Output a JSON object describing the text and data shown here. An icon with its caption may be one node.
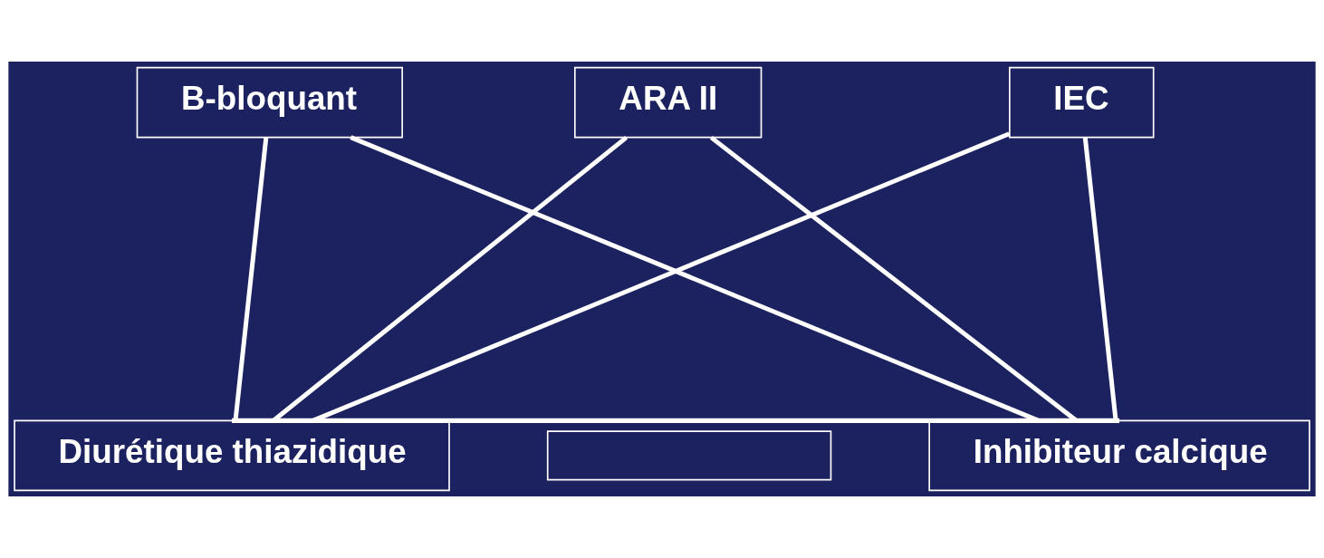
{
  "diagram": {
    "nodes": [
      {
        "text": [
          "B-bloquant"
        ]
      },
      {
        "text": [
          "ARA II"
        ]
      },
      {
        "text": [
          "IEC"
        ]
      },
      {
        "text": [
          "Diurétique thiazidique"
        ]
      },
      {
        "text": [],
        "shape": "box"
      },
      {
        "text": [
          "Inhibiteur calcique"
        ]
      }
    ],
    "edges": [
      {
        "from": 0,
        "to": 3,
        "arrow": "none"
      },
      {
        "from": 0,
        "to": 5,
        "arrow": "none"
      },
      {
        "from": 1,
        "to": 3,
        "arrow": "none"
      },
      {
        "from": 1,
        "to": 5,
        "arrow": "none"
      },
      {
        "from": 2,
        "to": 3,
        "arrow": "none"
      },
      {
        "from": 2,
        "to": 5,
        "arrow": "none"
      },
      {
        "from": 3,
        "to": 5,
        "arrow": "none"
      }
    ]
  }
}
